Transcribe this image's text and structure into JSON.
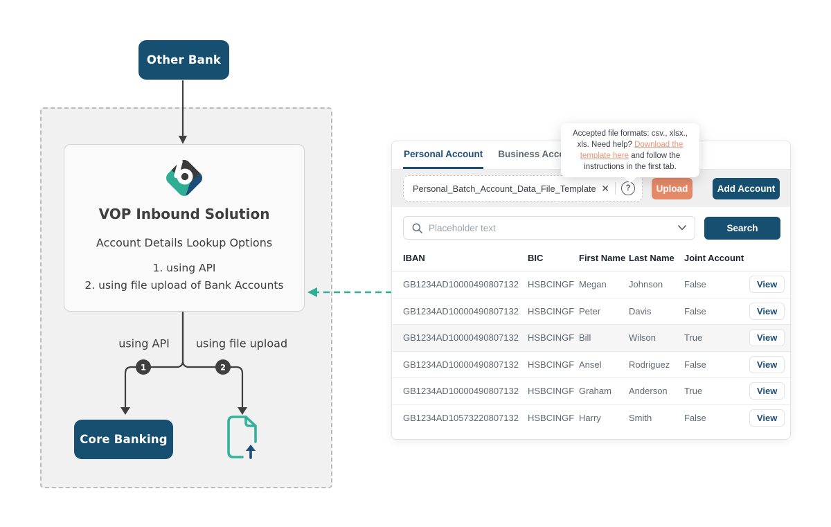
{
  "colors": {
    "navy_button": "#174F70",
    "salmon_accent": "#E58A69",
    "teal_accent": "#2FAE93",
    "charcoal": "#3F3F3F",
    "logo_navy": "#1D4E79"
  },
  "icons": {
    "close_glyph": "✕",
    "help_glyph": "?"
  },
  "diagram": {
    "other_bank_label": "Other Bank",
    "solution": {
      "title": "VOP Inbound Solution",
      "subtitle": "Account Details Lookup Options",
      "option_1": "1. using API",
      "option_2": "2. using file upload of Bank Accounts"
    },
    "branch_1": {
      "number": "1",
      "label": "using API"
    },
    "branch_2": {
      "number": "2",
      "label": "using file upload"
    },
    "core_banking_label": "Core Banking"
  },
  "panel": {
    "tabs": [
      {
        "label": "Personal Account",
        "active": true
      },
      {
        "label": "Business Account",
        "active": false
      }
    ],
    "tooltip": {
      "text_before": "Accepted file formats: csv., xlsx., xls. Need help? ",
      "link_text": "Download the template here",
      "text_after": " and follow the instructions in the first tab."
    },
    "upload": {
      "filename": "Personal_Batch_Account_Data_File_Template.csv",
      "upload_label": "Upload",
      "add_account_label": "Add Account"
    },
    "search": {
      "placeholder": "Placeholder text",
      "button_label": "Search"
    },
    "table": {
      "headers": [
        "IBAN",
        "BIC",
        "First Name",
        "Last Name",
        "Joint Account"
      ],
      "view_label": "View",
      "rows": [
        {
          "iban": "GB1234AD10000490807132",
          "bic": "HSBCINGF",
          "first_name": "Megan",
          "last_name": "Johnson",
          "joint_account": "False",
          "highlight": false
        },
        {
          "iban": "GB1234AD10000490807132",
          "bic": "HSBCINGF",
          "first_name": "Peter",
          "last_name": "Davis",
          "joint_account": "False",
          "highlight": false
        },
        {
          "iban": "GB1234AD10000490807132",
          "bic": "HSBCINGF",
          "first_name": "Bill",
          "last_name": "Wilson",
          "joint_account": "True",
          "highlight": true
        },
        {
          "iban": "GB1234AD10000490807132",
          "bic": "HSBCINGF",
          "first_name": "Ansel",
          "last_name": "Rodriguez",
          "joint_account": "False",
          "highlight": false
        },
        {
          "iban": "GB1234AD10000490807132",
          "bic": "HSBCINGF",
          "first_name": "Graham",
          "last_name": "Anderson",
          "joint_account": "True",
          "highlight": false
        },
        {
          "iban": "GB1234AD10573220807132",
          "bic": "HSBCINGF",
          "first_name": "Harry",
          "last_name": "Smith",
          "joint_account": "False",
          "highlight": false
        }
      ]
    }
  }
}
